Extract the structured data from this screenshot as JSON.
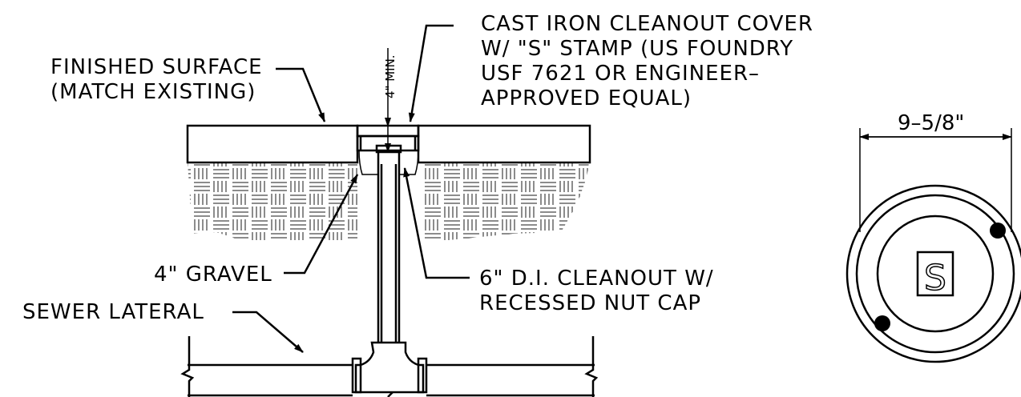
{
  "labels": {
    "finished_surface_1": "FINISHED SURFACE",
    "finished_surface_2": "(MATCH EXISTING)",
    "cover_1": "CAST IRON CLEANOUT COVER",
    "cover_2": "W/ \"S\" STAMP (US FOUNDRY",
    "cover_3": "USF 7621 OR ENGINEER–",
    "cover_4": "APPROVED EQUAL)",
    "min_depth": "4\" MIN.",
    "gravel": "4\" GRAVEL",
    "cleanout_1": "6\" D.I. CLEANOUT W/",
    "cleanout_2": "RECESSED NUT CAP",
    "sewer_lateral": "SEWER LATERAL",
    "diameter": "9–5/8\"",
    "stamp_letter": "S"
  }
}
